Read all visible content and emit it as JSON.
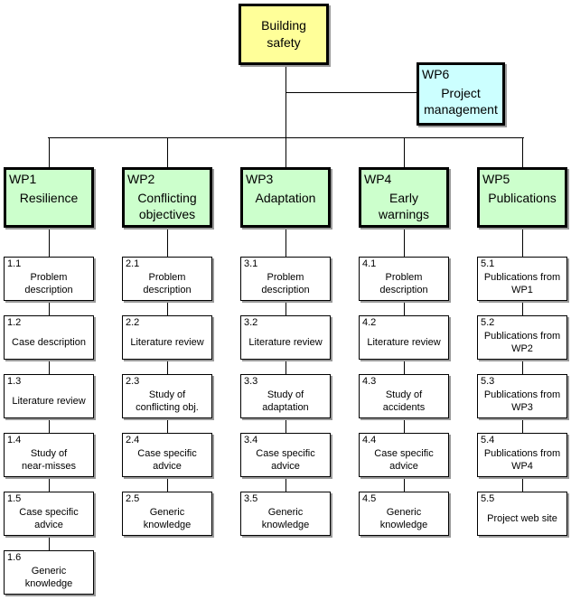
{
  "colors": {
    "root_fill": "#ffff99",
    "wp_fill": "#ccffcc",
    "management_fill": "#ccffff",
    "task_fill": "#ffffff",
    "line": "#000000"
  },
  "root": {
    "label": "Building\nsafety"
  },
  "management": {
    "code": "WP6",
    "title": "Project\nmanagement"
  },
  "work_packages": [
    {
      "code": "WP1",
      "title": "Resilience",
      "tasks": [
        {
          "num": "1.1",
          "label": "Problem\ndescription"
        },
        {
          "num": "1.2",
          "label": "Case description"
        },
        {
          "num": "1.3",
          "label": "Literature review"
        },
        {
          "num": "1.4",
          "label": "Study of\nnear-misses"
        },
        {
          "num": "1.5",
          "label": "Case specific\nadvice"
        },
        {
          "num": "1.6",
          "label": "Generic\nknowledge"
        }
      ]
    },
    {
      "code": "WP2",
      "title": "Conflicting\nobjectives",
      "tasks": [
        {
          "num": "2.1",
          "label": "Problem\ndescription"
        },
        {
          "num": "2.2",
          "label": "Literature review"
        },
        {
          "num": "2.3",
          "label": "Study of\nconflicting obj."
        },
        {
          "num": "2.4",
          "label": "Case specific\nadvice"
        },
        {
          "num": "2.5",
          "label": "Generic\nknowledge"
        }
      ]
    },
    {
      "code": "WP3",
      "title": "Adaptation",
      "tasks": [
        {
          "num": "3.1",
          "label": "Problem\ndescription"
        },
        {
          "num": "3.2",
          "label": "Literature review"
        },
        {
          "num": "3.3",
          "label": "Study of\nadaptation"
        },
        {
          "num": "3.4",
          "label": "Case specific\nadvice"
        },
        {
          "num": "3.5",
          "label": "Generic\nknowledge"
        }
      ]
    },
    {
      "code": "WP4",
      "title": "Early\nwarnings",
      "tasks": [
        {
          "num": "4.1",
          "label": "Problem\ndescription"
        },
        {
          "num": "4.2",
          "label": "Literature review"
        },
        {
          "num": "4.3",
          "label": "Study of\naccidents"
        },
        {
          "num": "4.4",
          "label": "Case specific\nadvice"
        },
        {
          "num": "4.5",
          "label": "Generic\nknowledge"
        }
      ]
    },
    {
      "code": "WP5",
      "title": "Publications",
      "tasks": [
        {
          "num": "5.1",
          "label": "Publications from\nWP1"
        },
        {
          "num": "5.2",
          "label": "Publications from\nWP2"
        },
        {
          "num": "5.3",
          "label": "Publications from\nWP3"
        },
        {
          "num": "5.4",
          "label": "Publications from\nWP4"
        },
        {
          "num": "5.5",
          "label": "Project web site"
        }
      ]
    }
  ]
}
